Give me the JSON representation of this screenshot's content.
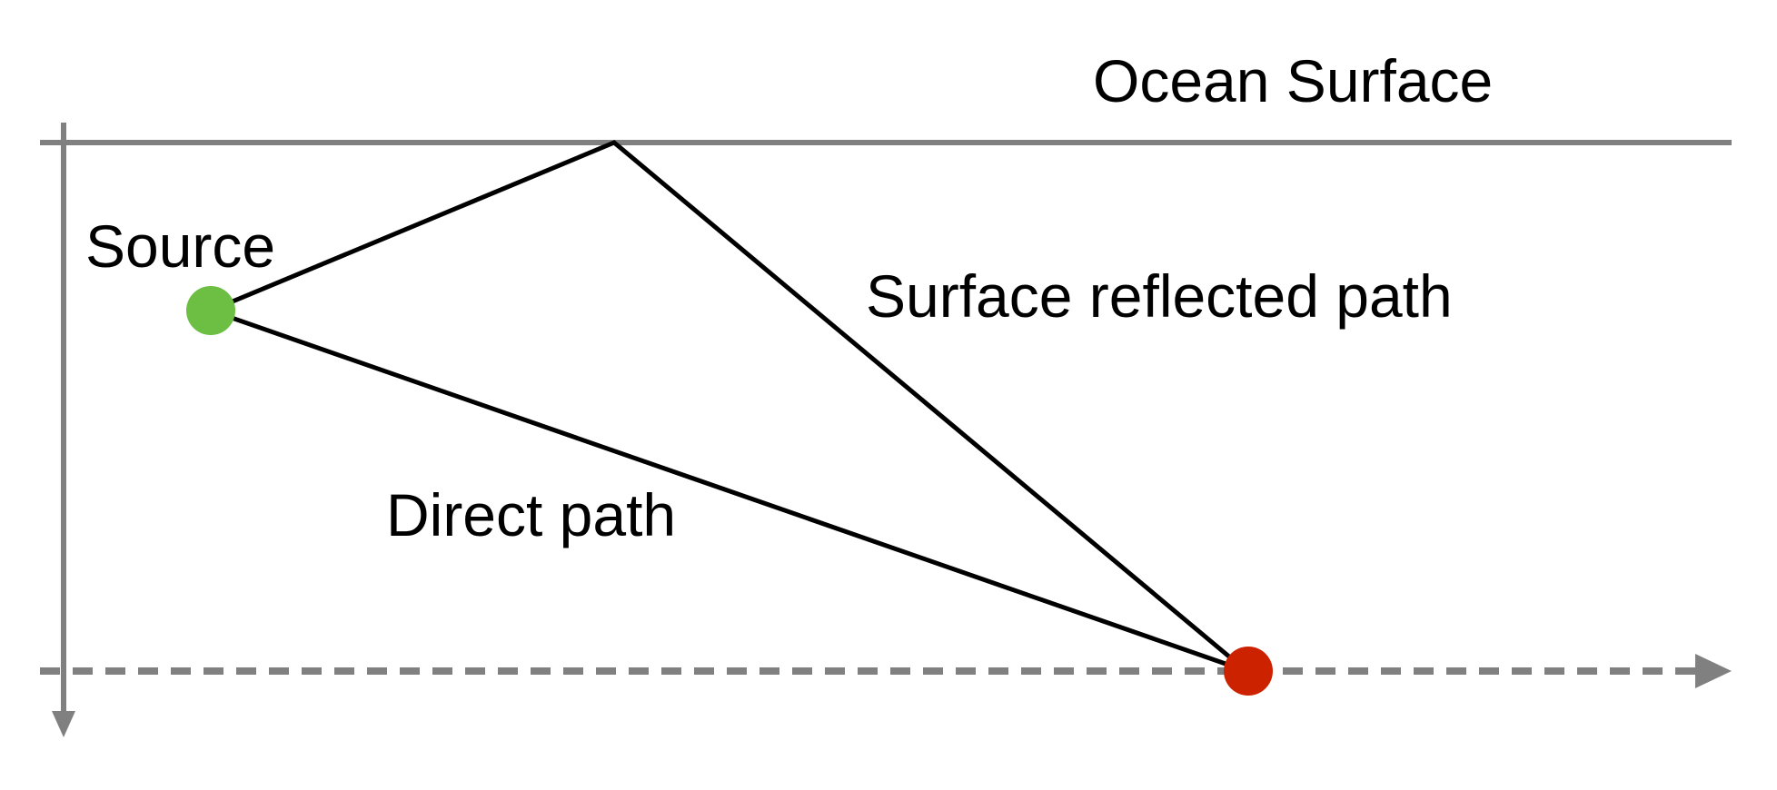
{
  "diagram": {
    "labels": {
      "surface": "Ocean Surface",
      "source": "Source",
      "reflected": "Surface reflected path",
      "direct": "Direct path"
    },
    "colors": {
      "axis": "#808080",
      "path": "#000000",
      "source": "#6dbf44",
      "receiver": "#cc2200"
    }
  }
}
